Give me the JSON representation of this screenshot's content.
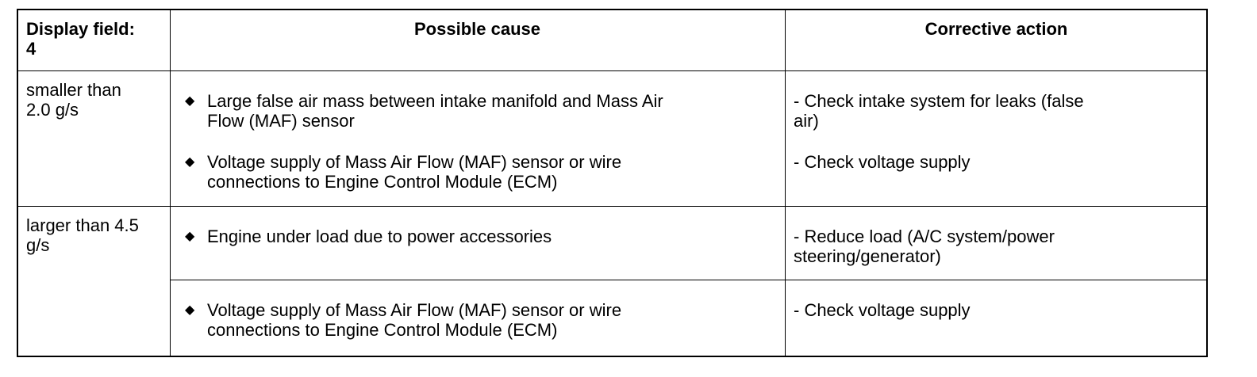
{
  "table": {
    "headers": {
      "display_field_line1": "Display field:",
      "display_field_line2": "4",
      "possible_cause": "Possible cause",
      "corrective_action": "Corrective action"
    },
    "groups": [
      {
        "display_value_line1": "smaller than",
        "display_value_line2": "2.0 g/s",
        "rows": [
          {
            "cause_line1": "Large false air mass between intake manifold and Mass Air",
            "cause_line2": "Flow (MAF) sensor",
            "action_line1": "- Check intake system for leaks (false",
            "action_line2": "air)"
          },
          {
            "cause_line1": "Voltage supply of Mass Air Flow (MAF) sensor or wire",
            "cause_line2": "connections to Engine Control Module (ECM)",
            "action_line1": "- Check voltage supply"
          }
        ]
      },
      {
        "display_value_line1": "larger than 4.5",
        "display_value_line2": "g/s",
        "rows": [
          {
            "cause_line1": "Engine under load due to power accessories",
            "action_line1": "- Reduce load (A/C system/power",
            "action_line2": "steering/generator)"
          },
          {
            "cause_line1": "Voltage supply of Mass Air Flow (MAF) sensor or wire",
            "cause_line2": "connections to Engine Control Module (ECM)",
            "action_line1": "- Check voltage supply"
          }
        ]
      }
    ],
    "bullet_glyph": "◆"
  }
}
